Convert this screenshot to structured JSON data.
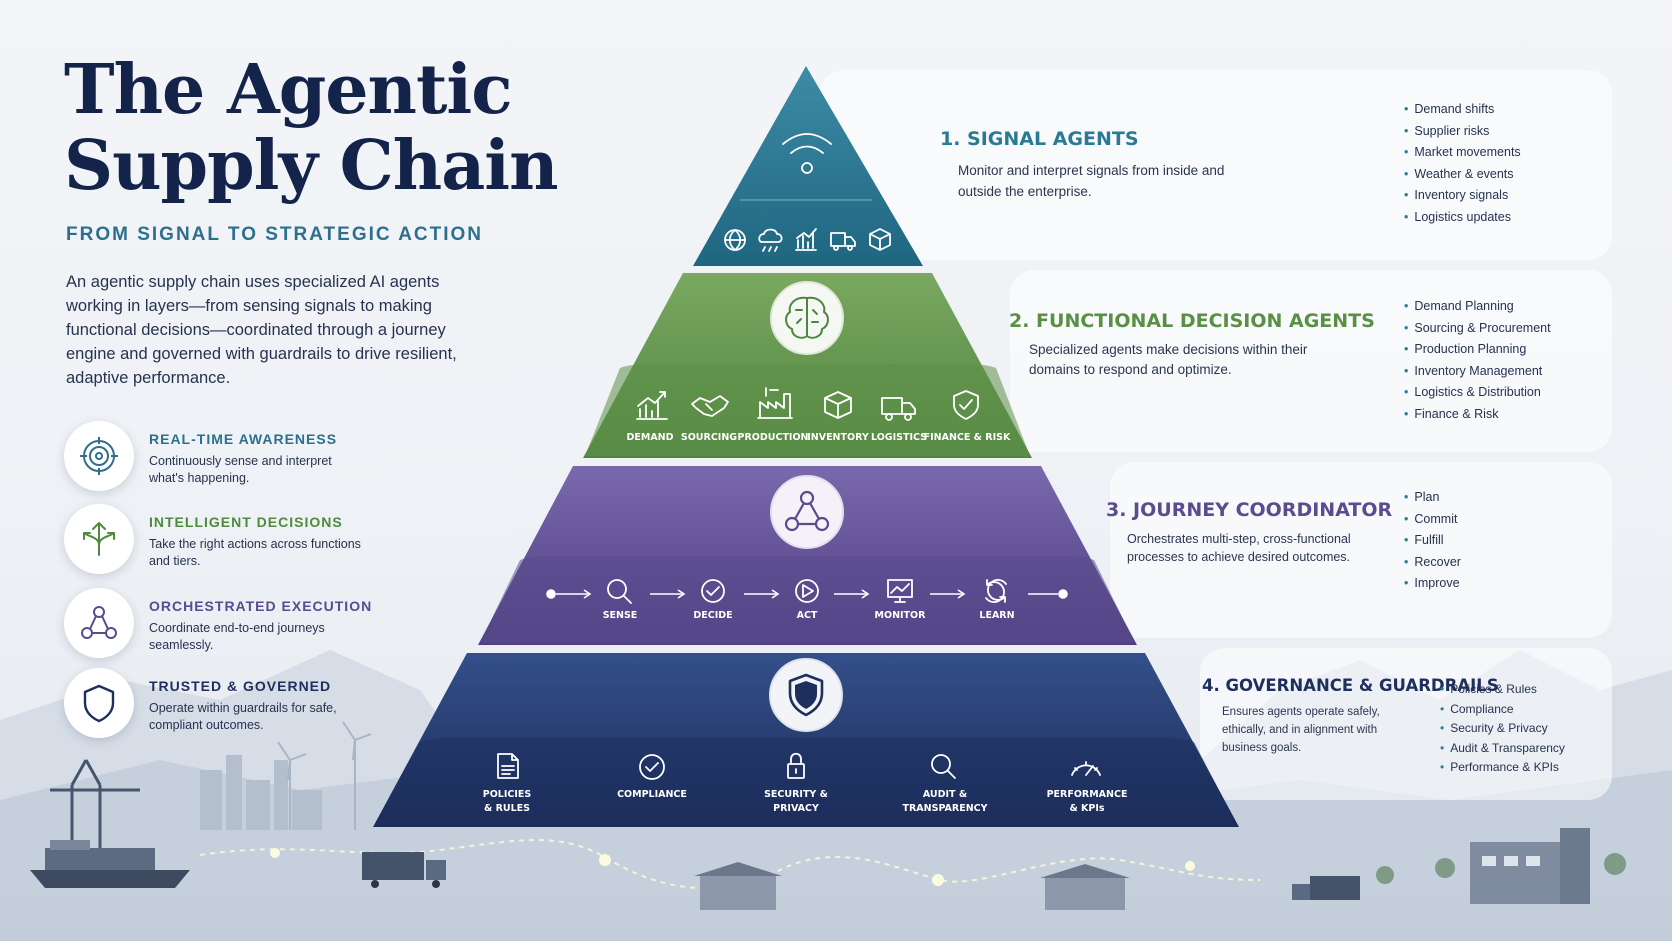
{
  "header": {
    "title_line1": "The Agentic",
    "title_line2": "Supply Chain",
    "subtitle": "FROM SIGNAL TO STRATEGIC ACTION",
    "intro": "An agentic supply chain uses specialized AI agents working in layers—from sensing signals to making functional decisions—coordinated through a journey engine and governed with guardrails to drive resilient, adaptive performance."
  },
  "features": [
    {
      "title": "REAL-TIME AWARENESS",
      "desc": "Continuously sense and interpret what's happening.",
      "icon": "target-icon",
      "color": "#2e6f8e"
    },
    {
      "title": "INTELLIGENT DECISIONS",
      "desc": "Take the right actions across functions and tiers.",
      "icon": "branch-arrows-icon",
      "color": "#4f8a3f"
    },
    {
      "title": "ORCHESTRATED EXECUTION",
      "desc": "Coordinate end-to-end journeys seamlessly.",
      "icon": "network-icon",
      "color": "#5a4a8e"
    },
    {
      "title": "TRUSTED & GOVERNED",
      "desc": "Operate within guardrails for safe, compliant outcomes.",
      "icon": "shield-icon",
      "color": "#1e2f5e"
    }
  ],
  "layers": [
    {
      "heading": "1. SIGNAL AGENTS",
      "desc": "Monitor and interpret signals from inside and outside the enterprise.",
      "color": "#2b7a95",
      "bullets": [
        "Demand shifts",
        "Supplier risks",
        "Market movements",
        "Weather & events",
        "Inventory signals",
        "Logistics updates"
      ],
      "icons": [
        "globe-icon",
        "cloud-rain-icon",
        "chart-icon",
        "truck-icon",
        "box-icon"
      ]
    },
    {
      "heading": "2. FUNCTIONAL DECISION AGENTS",
      "desc": "Specialized agents make decisions within their domains to respond and optimize.",
      "color": "#5a8f45",
      "bullets": [
        "Demand Planning",
        "Sourcing & Procurement",
        "Production Planning",
        "Inventory Management",
        "Logistics & Distribution",
        "Finance & Risk"
      ],
      "icon_labels": [
        "DEMAND",
        "SOURCING",
        "PRODUCTION",
        "INVENTORY",
        "LOGISTICS",
        "FINANCE & RISK"
      ]
    },
    {
      "heading": "3. JOURNEY COORDINATOR",
      "desc": "Orchestrates multi-step, cross-functional processes to achieve desired outcomes.",
      "color": "#5b4b8f",
      "bullets": [
        "Plan",
        "Commit",
        "Fulfill",
        "Recover",
        "Improve"
      ],
      "steps": [
        "SENSE",
        "DECIDE",
        "ACT",
        "MONITOR",
        "LEARN"
      ]
    },
    {
      "heading": "4. GOVERNANCE & GUARDRAILS",
      "desc": "Ensures agents operate safely, ethically, and in alignment with business goals.",
      "color": "#1e2f5e",
      "bullets": [
        "Policies & Rules",
        "Compliance",
        "Security & Privacy",
        "Audit & Transparency",
        "Performance & KPIs"
      ],
      "icon_labels": [
        [
          "POLICIES",
          "& RULES"
        ],
        [
          "COMPLIANCE",
          ""
        ],
        [
          "SECURITY &",
          "PRIVACY"
        ],
        [
          "AUDIT &",
          "TRANSPARENCY"
        ],
        [
          "PERFORMANCE",
          "& KPIs"
        ]
      ]
    }
  ]
}
